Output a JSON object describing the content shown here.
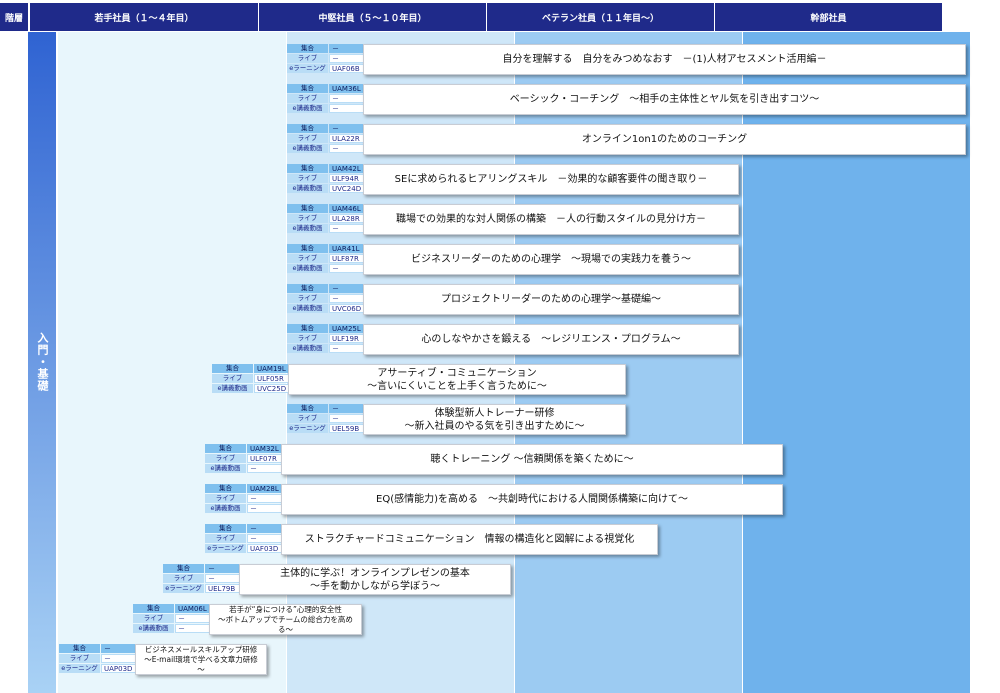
{
  "header": {
    "level": "階層",
    "columns": [
      "若手社員（１～４年目）",
      "中堅社員（５～１０年目）",
      "ベテラン社員（１１年目～）",
      "幹部社員"
    ]
  },
  "stage": {
    "label": "入門・基礎"
  },
  "courses": [
    {
      "meta": [
        [
          "集合",
          "－"
        ],
        [
          "ライブ",
          "－"
        ],
        [
          "eラーニング",
          "UAF06B"
        ]
      ],
      "title": [
        "自分を理解する　自分をみつめなおす　－(1)人材アセスメント活用編－"
      ]
    },
    {
      "meta": [
        [
          "集合",
          "UAM36L"
        ],
        [
          "ライブ",
          "－"
        ],
        [
          "e講義動画",
          "－"
        ]
      ],
      "title": [
        "ベーシック・コーチング　～相手の主体性とヤル気を引き出すコツ～"
      ]
    },
    {
      "meta": [
        [
          "集合",
          "－"
        ],
        [
          "ライブ",
          "ULA22R"
        ],
        [
          "e講義動画",
          "－"
        ]
      ],
      "title": [
        "オンライン1on1のためのコーチング"
      ]
    },
    {
      "meta": [
        [
          "集合",
          "UAM42L"
        ],
        [
          "ライブ",
          "ULF94R"
        ],
        [
          "e講義動画",
          "UVC24D"
        ]
      ],
      "title": [
        "SEに求められるヒアリングスキル　－効果的な顧客要件の聞き取り－"
      ]
    },
    {
      "meta": [
        [
          "集合",
          "UAM46L"
        ],
        [
          "ライブ",
          "ULA28R"
        ],
        [
          "e講義動画",
          "－"
        ]
      ],
      "title": [
        "職場での効果的な対人関係の構築　－人の行動スタイルの見分け方－"
      ]
    },
    {
      "meta": [
        [
          "集合",
          "UAR41L"
        ],
        [
          "ライブ",
          "ULF87R"
        ],
        [
          "e講義動画",
          "－"
        ]
      ],
      "title": [
        "ビジネスリーダーのための心理学　～現場での実践力を養う～"
      ]
    },
    {
      "meta": [
        [
          "集合",
          "－"
        ],
        [
          "ライブ",
          "－"
        ],
        [
          "e講義動画",
          "UVC06D"
        ]
      ],
      "title": [
        "プロジェクトリーダーのための心理学～基礎編～"
      ]
    },
    {
      "meta": [
        [
          "集合",
          "UAM25L"
        ],
        [
          "ライブ",
          "ULF19R"
        ],
        [
          "e講義動画",
          "－"
        ]
      ],
      "title": [
        "心のしなやかさを鍛える　～レジリエンス・プログラム～"
      ]
    },
    {
      "meta": [
        [
          "集合",
          "UAM19L"
        ],
        [
          "ライブ",
          "ULF05R"
        ],
        [
          "e講義動画",
          "UVC25D"
        ]
      ],
      "title": [
        "アサーティブ・コミュニケーション",
        "～言いにくいことを上手く言うために～"
      ]
    },
    {
      "meta": [
        [
          "集合",
          "－"
        ],
        [
          "ライブ",
          "－"
        ],
        [
          "eラーニング",
          "UEL59B"
        ]
      ],
      "title": [
        "体験型新人トレーナー研修",
        "～新入社員のやる気を引き出すために～"
      ]
    },
    {
      "meta": [
        [
          "集合",
          "UAM32L"
        ],
        [
          "ライブ",
          "ULF07R"
        ],
        [
          "e講義動画",
          "－"
        ]
      ],
      "title": [
        "聴くトレーニング ～信頼関係を築くために～"
      ]
    },
    {
      "meta": [
        [
          "集合",
          "UAM28L"
        ],
        [
          "ライブ",
          "－"
        ],
        [
          "e講義動画",
          "－"
        ]
      ],
      "title": [
        "EQ(感情能力)を高める　～共創時代における人間関係構築に向けて～"
      ]
    },
    {
      "meta": [
        [
          "集合",
          "－"
        ],
        [
          "ライブ",
          "－"
        ],
        [
          "eラーニング",
          "UAF03D"
        ]
      ],
      "title": [
        "ストラクチャードコミュニケーション　情報の構造化と図解による視覚化"
      ]
    },
    {
      "meta": [
        [
          "集合",
          "－"
        ],
        [
          "ライブ",
          "－"
        ],
        [
          "eラーニング",
          "UEL79B"
        ]
      ],
      "title": [
        "主体的に学ぶ！オンラインプレゼンの基本",
        "～手を動かしながら学ぼう～"
      ]
    },
    {
      "meta": [
        [
          "集合",
          "UAM06L"
        ],
        [
          "ライブ",
          "－"
        ],
        [
          "e講義動画",
          "－"
        ]
      ],
      "title": [
        "若手が“身につける”心理的安全性",
        "～ボトムアップでチームの総合力を高める～"
      ]
    },
    {
      "meta": [
        [
          "集合",
          "－"
        ],
        [
          "ライブ",
          "－"
        ],
        [
          "eラーニング",
          "UAP03D"
        ]
      ],
      "title": [
        "ビジネスメールスキルアップ研修",
        "～E-mail環境で学べる文章力研修～"
      ]
    }
  ]
}
